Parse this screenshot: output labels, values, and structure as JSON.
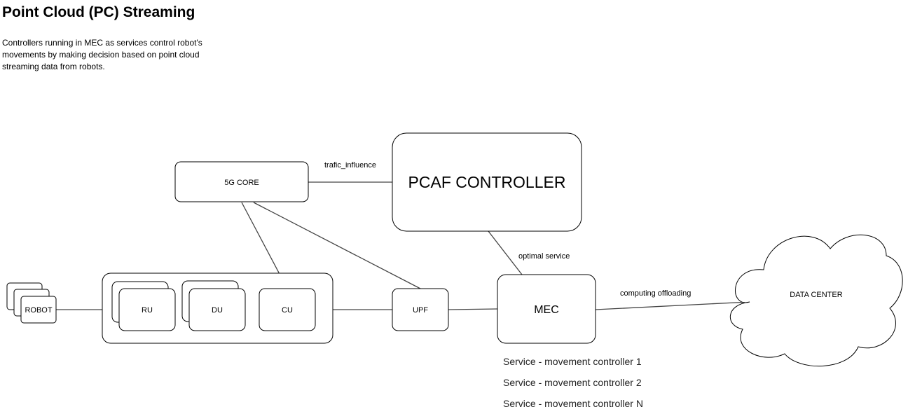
{
  "header": {
    "title": "Point Cloud (PC) Streaming",
    "description": "Controllers running in MEC as services control robot's movements by making decision based on point cloud streaming data from robots."
  },
  "nodes": {
    "robot": "ROBOT",
    "ru": "RU",
    "du": "DU",
    "cu": "CU",
    "core": "5G CORE",
    "pcaf": "PCAF CONTROLLER",
    "upf": "UPF",
    "mec": "MEC",
    "datacenter": "DATA CENTER"
  },
  "edges": {
    "traffic_influence": "trafic_influence",
    "optimal_service": "optimal service",
    "computing_offloading": "computing offloading"
  },
  "services": [
    "Service - movement controller 1",
    "Service - movement controller 2",
    "Service - movement controller N"
  ]
}
